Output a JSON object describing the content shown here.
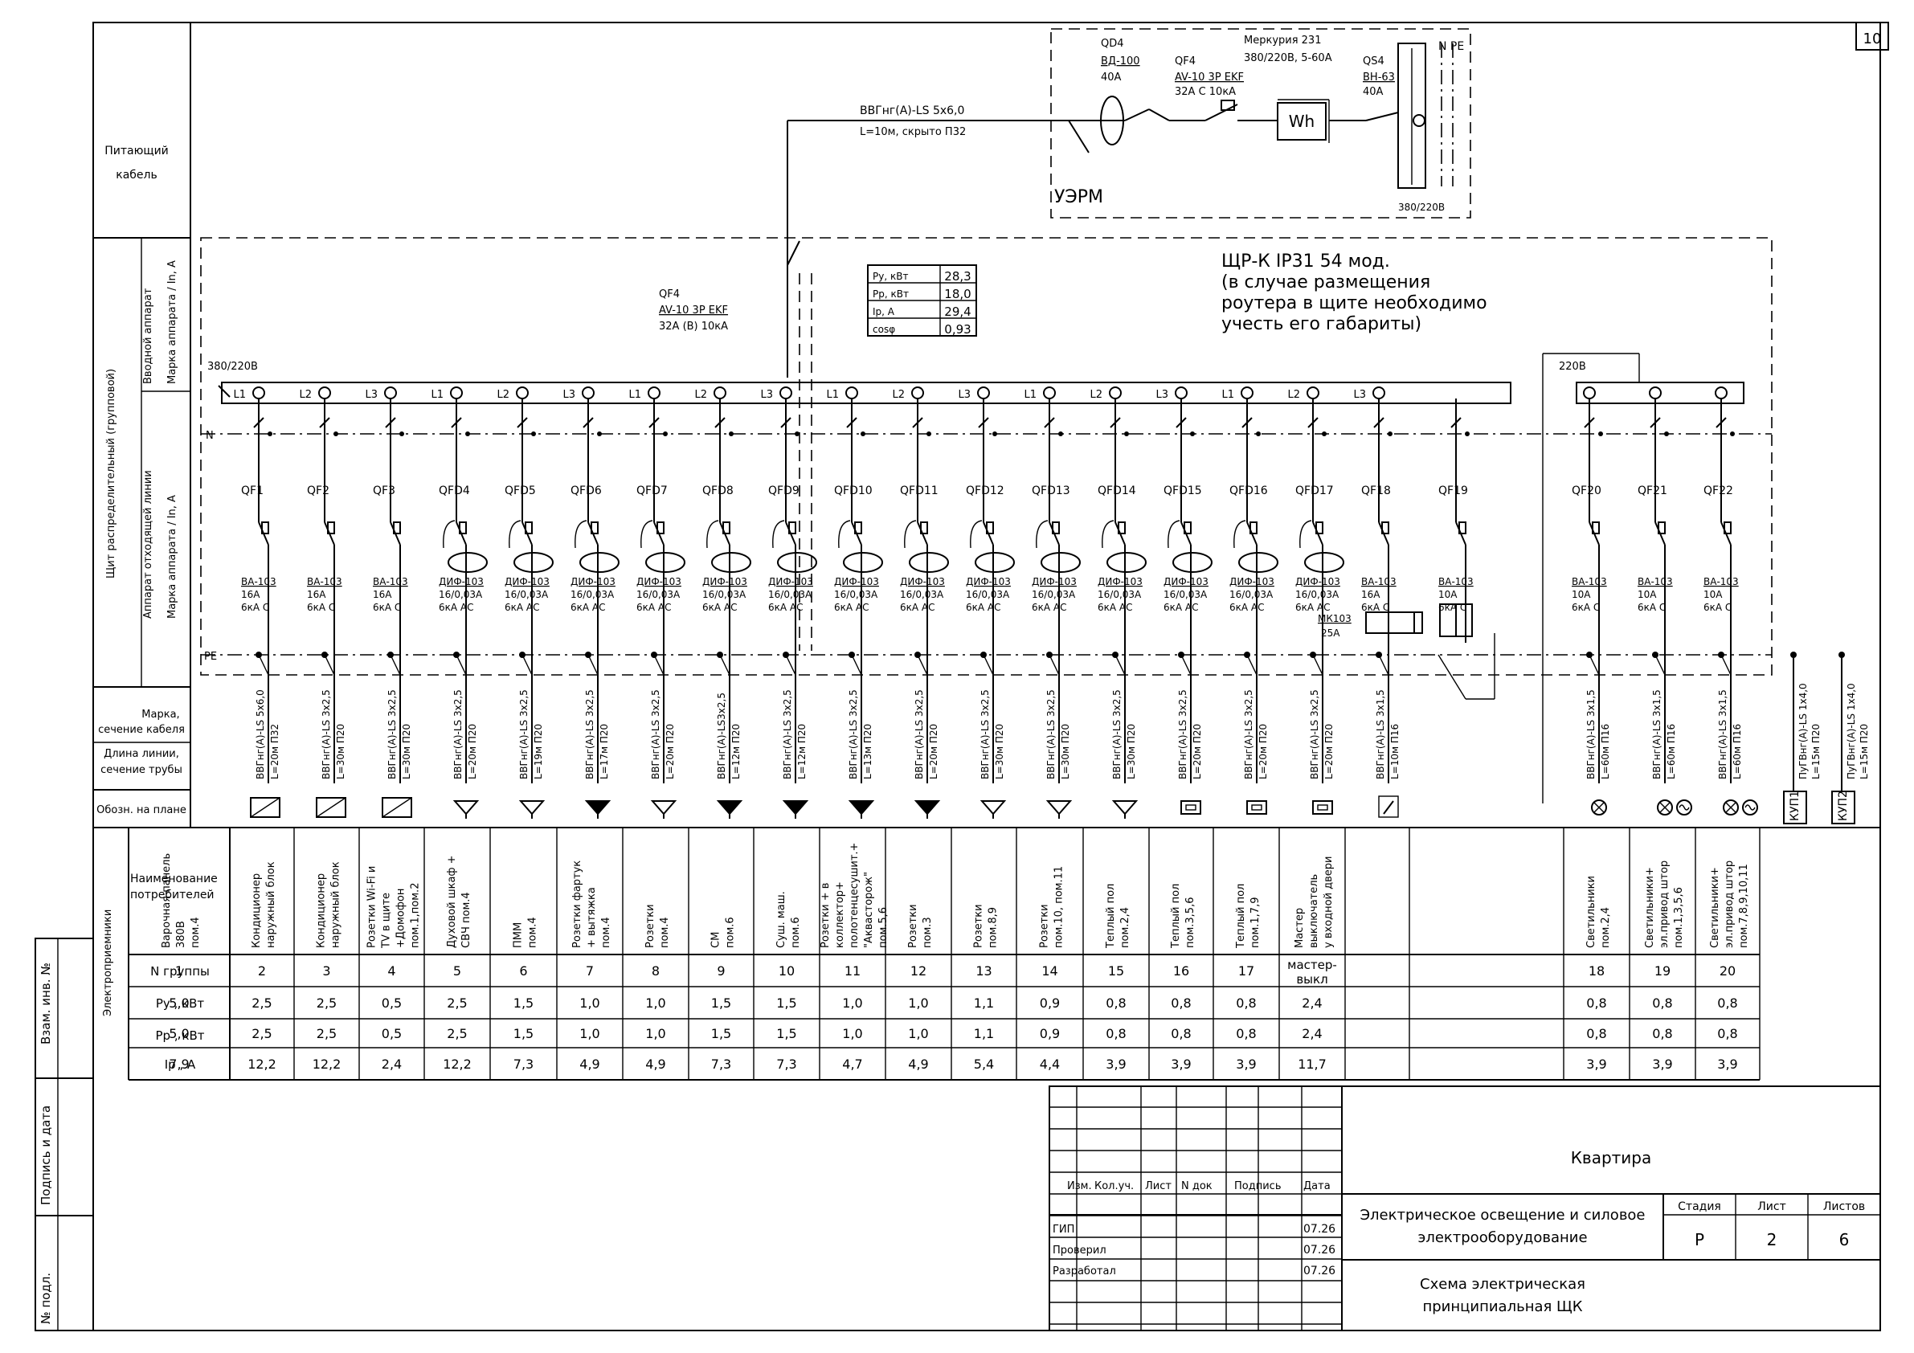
{
  "sheet_no": "10",
  "side_labels": {
    "feed_cable": [
      "Питающий",
      "кабель"
    ],
    "input_device": [
      "Вводной аппарат",
      "Марка аппарата / In, A"
    ],
    "panel_group": "Щит распределительный (групповой)",
    "outgoing": [
      "Аппарат отходящей линии",
      "Марка аппарата / In, A"
    ],
    "cable_brand": [
      "Марка,",
      "сечение кабеля"
    ],
    "cable_len": [
      "Длина линии,",
      "сечение трубы"
    ],
    "plan_symbol": "Обозн. на плане",
    "consumers": "Электроприемники",
    "consumer_name": [
      "Наименование",
      "потребителей"
    ]
  },
  "table_row_labels": [
    "N группы",
    "Pу , кВт",
    "Pр , кВт",
    "Iр , А"
  ],
  "left_stamp": [
    "Взам. инв. №",
    "Подпись и дата",
    "№ подл."
  ],
  "feed": {
    "cable": "ВВГнг(А)-LS 5х6,0",
    "cable_note": "L=10м, скрыто П32",
    "qd4": [
      "QD4",
      "ВД-100",
      "40А"
    ],
    "qf4_meter": [
      "QF4",
      "AV-10 3Р EKF",
      "32А С 10кА"
    ],
    "meter": [
      "Меркурия 231",
      "380/220В, 5-60А"
    ],
    "meter_symbol": "Wh",
    "qs4": [
      "QS4",
      "ВН-63",
      "40А"
    ],
    "npe": "N PE",
    "uerm": "УЭРМ",
    "v380": "380/220В"
  },
  "panel": {
    "title": [
      "ЩР-К IP31 54 мод.",
      "(в случае размещения",
      "роутера в щите необходимо",
      "учесть его габариты)"
    ],
    "input": [
      "QF4",
      "AV-10 3Р EKF",
      "32А (В) 10кА"
    ],
    "voltage": "380/220В",
    "voltage2": "220В",
    "n_label": "N",
    "pe_label": "PE",
    "summary": [
      {
        "k": "Pу, кВт",
        "v": "28,3"
      },
      {
        "k": "Pр, кВт",
        "v": "18,0"
      },
      {
        "k": "Iр, А",
        "v": "29,4"
      },
      {
        "k": "cosφ",
        "v": "0,93"
      }
    ]
  },
  "bus_phases": [
    "L1",
    "L2",
    "L3",
    "L1",
    "L2",
    "L3",
    "L1",
    "L2",
    "L3",
    "L1",
    "L2",
    "L3",
    "L1",
    "L2",
    "L3",
    "L1",
    "L2",
    "L3"
  ],
  "groups": [
    {
      "id": "QF1",
      "type": "b",
      "dev": [
        "ВА-103",
        "16А",
        "6кА С"
      ],
      "cable": "ВВГнг(А)-LS 5х6,0",
      "len": "L=20м П32",
      "sym": "box",
      "name": [
        "Варочная панель",
        "380В",
        "пом.4"
      ],
      "n": "1",
      "pu": "5,0",
      "pr": "5,0",
      "ip": "7,9"
    },
    {
      "id": "QF2",
      "type": "b",
      "dev": [
        "ВА-103",
        "16А",
        "6кА С"
      ],
      "cable": "ВВГнг(А)-LS 3х2,5",
      "len": "L=30м П20",
      "sym": "box",
      "name": [
        "Кондиционер",
        "наружный блок"
      ],
      "n": "2",
      "pu": "2,5",
      "pr": "2,5",
      "ip": "12,2"
    },
    {
      "id": "QF3",
      "type": "b",
      "dev": [
        "ВА-103",
        "16А",
        "6кА С"
      ],
      "cable": "ВВГнг(А)-LS 3х2,5",
      "len": "L=30м П20",
      "sym": "box",
      "name": [
        "Кондиционер",
        "наружный блок"
      ],
      "n": "3",
      "pu": "2,5",
      "pr": "2,5",
      "ip": "12,2"
    },
    {
      "id": "QFD4",
      "type": "d",
      "dev": [
        "ДИФ-103",
        "16/0,03А",
        "6кА АС"
      ],
      "cable": "ВВГнг(А)-LS 3х2,5",
      "len": "L=20м П20",
      "sym": "socket",
      "name": [
        "Розетки Wi-Fi и",
        "TV   в щите",
        "+Домофон",
        "пом.1,пом.2"
      ],
      "n": "4",
      "pu": "0,5",
      "pr": "0,5",
      "ip": "2,4"
    },
    {
      "id": "QFD5",
      "type": "d",
      "dev": [
        "ДИФ-103",
        "16/0,03А",
        "6кА АС"
      ],
      "cable": "ВВГнг(А)-LS 3х2,5",
      "len": "L=19м П20",
      "sym": "socket",
      "name": [
        "Духовой шкаф +",
        "СВЧ пом.4"
      ],
      "n": "5",
      "pu": "2,5",
      "pr": "2,5",
      "ip": "12,2"
    },
    {
      "id": "QFD6",
      "type": "d",
      "dev": [
        "ДИФ-103",
        "16/0,03А",
        "6кА АС"
      ],
      "cable": "ВВГнг(А)-LS 3х2,5",
      "len": "L=17м П20",
      "sym": "socketf",
      "name": [
        "ПММ",
        "пом.4"
      ],
      "n": "6",
      "pu": "1,5",
      "pr": "1,5",
      "ip": "7,3"
    },
    {
      "id": "QFD7",
      "type": "d",
      "dev": [
        "ДИФ-103",
        "16/0,03А",
        "6кА АС"
      ],
      "cable": "ВВГнг(А)-LS 3х2,5",
      "len": "L=20м П20",
      "sym": "socket",
      "name": [
        "Розетки фартук",
        "+ вытяжка",
        "пом.4"
      ],
      "n": "7",
      "pu": "1,0",
      "pr": "1,0",
      "ip": "4,9"
    },
    {
      "id": "QFD8",
      "type": "d",
      "dev": [
        "ДИФ-103",
        "16/0,03А",
        "6кА АС"
      ],
      "cable": "ВВГнг(А)-LS3х2,5",
      "len": "L=12м П20",
      "sym": "socketf",
      "name": [
        "Розетки",
        "пом.4"
      ],
      "n": "8",
      "pu": "1,0",
      "pr": "1,0",
      "ip": "4,9"
    },
    {
      "id": "QFD9",
      "type": "d",
      "dev": [
        "ДИФ-103",
        "16/0,03А",
        "6кА АС"
      ],
      "cable": "ВВГнг(А)-LS 3х2,5",
      "len": "L=12м П20",
      "sym": "socketf",
      "name": [
        "СМ",
        "пом.6"
      ],
      "n": "9",
      "pu": "1,5",
      "pr": "1,5",
      "ip": "7,3"
    },
    {
      "id": "QFD10",
      "type": "d",
      "dev": [
        "ДИФ-103",
        "16/0,03А",
        "6кА АС"
      ],
      "cable": "ВВГнг(А)-LS 3х2,5",
      "len": "L=13м П20",
      "sym": "socketf",
      "name": [
        "Суш. маш.",
        "пом.6"
      ],
      "n": "10",
      "pu": "1,5",
      "pr": "1,5",
      "ip": "7,3"
    },
    {
      "id": "QFD11",
      "type": "d",
      "dev": [
        "ДИФ-103",
        "16/0,03А",
        "6кА АС"
      ],
      "cable": "ВВГнг(А)-LS 3х2,5",
      "len": "L=20м П20",
      "sym": "socketf",
      "name": [
        "Розетки + в",
        "коллектор+",
        "полотенцесушит.+",
        "\"Аквасторож\"",
        "пом.5,6"
      ],
      "n": "11",
      "pu": "1,0",
      "pr": "1,0",
      "ip": "4,7"
    },
    {
      "id": "QFD12",
      "type": "d",
      "dev": [
        "ДИФ-103",
        "16/0,03А",
        "6кА АС"
      ],
      "cable": "ВВГнг(А)-LS 3х2,5",
      "len": "L=30м П20",
      "sym": "socket",
      "name": [
        "Розетки",
        "пом.3"
      ],
      "n": "12",
      "pu": "1,0",
      "pr": "1,0",
      "ip": "4,9"
    },
    {
      "id": "QFD13",
      "type": "d",
      "dev": [
        "ДИФ-103",
        "16/0,03А",
        "6кА АС"
      ],
      "cable": "ВВГнг(А)-LS 3х2,5",
      "len": "L=30м П20",
      "sym": "socket",
      "name": [
        "Розетки",
        "пом.8,9"
      ],
      "n": "13",
      "pu": "1,1",
      "pr": "1,1",
      "ip": "5,4"
    },
    {
      "id": "QFD14",
      "type": "d",
      "dev": [
        "ДИФ-103",
        "16/0,03А",
        "6кА АС"
      ],
      "cable": "ВВГнг(А)-LS 3х2,5",
      "len": "L=30м П20",
      "sym": "socket",
      "name": [
        "Розетки",
        "пом.10, пом.11"
      ],
      "n": "14",
      "pu": "0,9",
      "pr": "0,9",
      "ip": "4,4"
    },
    {
      "id": "QFD15",
      "type": "d",
      "dev": [
        "ДИФ-103",
        "16/0,03А",
        "6кА АС"
      ],
      "cable": "ВВГнг(А)-LS 3х2,5",
      "len": "L=20м П20",
      "sym": "heat",
      "name": [
        "Теплый пол",
        "пом.2,4"
      ],
      "n": "15",
      "pu": "0,8",
      "pr": "0,8",
      "ip": "3,9"
    },
    {
      "id": "QFD16",
      "type": "d",
      "dev": [
        "ДИФ-103",
        "16/0,03А",
        "6кА АС"
      ],
      "cable": "ВВГнг(А)-LS 3х2,5",
      "len": "L=20м П20",
      "sym": "heat",
      "name": [
        "Теплый пол",
        "пом.3,5,6"
      ],
      "n": "16",
      "pu": "0,8",
      "pr": "0,8",
      "ip": "3,9"
    },
    {
      "id": "QFD17",
      "type": "d",
      "dev": [
        "ДИФ-103",
        "16/0,03А",
        "6кА АС"
      ],
      "cable": "ВВГнг(А)-LS 3х2,5",
      "len": "L=20м П20",
      "sym": "heat",
      "name": [
        "Теплый пол",
        "пом.1,7,9"
      ],
      "n": "17",
      "pu": "0,8",
      "pr": "0,8",
      "ip": "3,9"
    },
    {
      "id": "QF18",
      "type": "b",
      "dev": [
        "ВА-103",
        "16А",
        "6кА С"
      ],
      "cable": "ВВГнг(А)-LS 3х1,5",
      "len": "L=10м П16",
      "sym": "switch",
      "name": [
        "Мастер",
        "выключатель",
        "у входной двери"
      ],
      "n": "мастер-выкл",
      "pu": "2,4",
      "pr": "2,4",
      "ip": "11,7"
    },
    {
      "id": "QF19",
      "type": "b",
      "dev": [
        "ВА-103",
        "10А",
        "6кА С"
      ],
      "cable": "",
      "len": "",
      "sym": "none",
      "name": [],
      "n": "",
      "pu": "",
      "pr": "",
      "ip": ""
    },
    {
      "id": "QF20",
      "type": "b",
      "dev": [
        "ВА-103",
        "10А",
        "6кА С"
      ],
      "cable": "ВВГнг(А)-LS 3х1,5",
      "len": "L=60м П16",
      "sym": "lamp",
      "name": [
        "Светильники",
        "пом.2,4"
      ],
      "n": "18",
      "pu": "0,8",
      "pr": "0,8",
      "ip": "3,9"
    },
    {
      "id": "QF21",
      "type": "b",
      "dev": [
        "ВА-103",
        "10А",
        "6кА С"
      ],
      "cable": "ВВГнг(А)-LS 3х1,5",
      "len": "L=60м П16",
      "sym": "lampm",
      "name": [
        "Светильники+",
        "эл.привод штор",
        "пом.1,3,5,6"
      ],
      "n": "19",
      "pu": "0,8",
      "pr": "0,8",
      "ip": "3,9"
    },
    {
      "id": "QF22",
      "type": "b",
      "dev": [
        "ВА-103",
        "10А",
        "6кА С"
      ],
      "cable": "ВВГнг(А)-LS 3х1,5",
      "len": "L=60м П16",
      "sym": "lampm",
      "name": [
        "Светильники+",
        "эл.привод штор",
        "пом.7,8,9,10,11"
      ],
      "n": "20",
      "pu": "0,8",
      "pr": "0,8",
      "ip": "3,9"
    }
  ],
  "contactor": [
    "МК103",
    "25А"
  ],
  "kup": [
    {
      "label": "КУП1",
      "cable": "ПуГВнг(А)-LS 1х4,0",
      "len": "L=15м П20"
    },
    {
      "label": "КУП2",
      "cable": "ПуГВнг(А)-LS 1х4,0",
      "len": "L=15м П20"
    }
  ],
  "title_block": {
    "object": "Квартира",
    "project": [
      "Электрическое освещение и силовое",
      "электрооборудование"
    ],
    "sheet_name": [
      "Схема электрическая",
      "принципиальная ЩК"
    ],
    "headers": [
      "Изм.",
      "Кол.уч.",
      "Лист",
      "N док",
      "Подпись",
      "Дата"
    ],
    "roles": [
      {
        "role": "ГИП",
        "date": "07.26"
      },
      {
        "role": "Проверил",
        "date": "07.26"
      },
      {
        "role": "Разработал",
        "date": "07.26"
      }
    ],
    "stage_label": "Стадия",
    "sheet_label": "Лист",
    "sheets_label": "Листов",
    "stage": "Р",
    "sheet": "2",
    "sheets": "6"
  }
}
